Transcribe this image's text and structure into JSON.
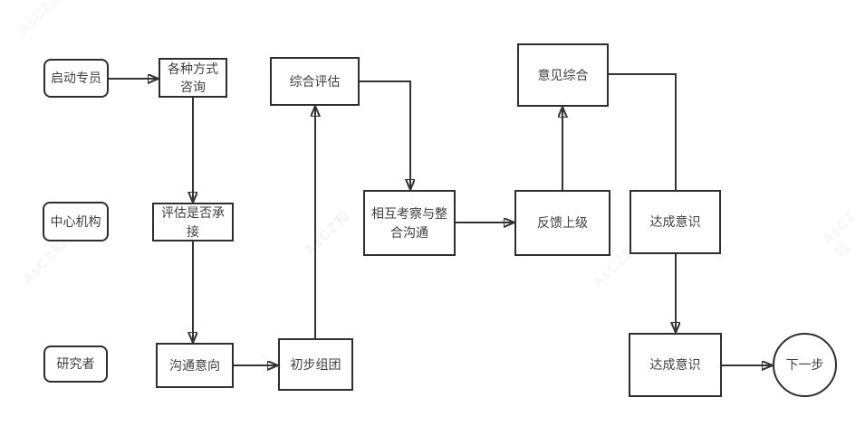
{
  "diagram": {
    "lanes": {
      "starter": {
        "label": "启动专员"
      },
      "center_org": {
        "label": "中心机构"
      },
      "researcher": {
        "label": "研究者"
      }
    },
    "nodes": {
      "consult": {
        "label": "各种方式\n咨询"
      },
      "overall_eval": {
        "label": "综合评估"
      },
      "opinion_summary": {
        "label": "意见综合"
      },
      "assess_accept": {
        "label": "评估是否承\n接"
      },
      "mutual_inspect": {
        "label": "相互考察与整\n合沟通"
      },
      "feedback_superior": {
        "label": "反馈上级"
      },
      "consensus_mid": {
        "label": "达成意识"
      },
      "comm_intent": {
        "label": "沟通意向"
      },
      "initial_group": {
        "label": "初步组团"
      },
      "consensus_bottom": {
        "label": "达成意识"
      },
      "next_step": {
        "label": "下一步"
      }
    },
    "watermark": "AsCZ知",
    "colors": {
      "line": "#333333",
      "border": "#2e2e2e",
      "text": "#3f3f3f",
      "background": "#ffffff"
    }
  }
}
